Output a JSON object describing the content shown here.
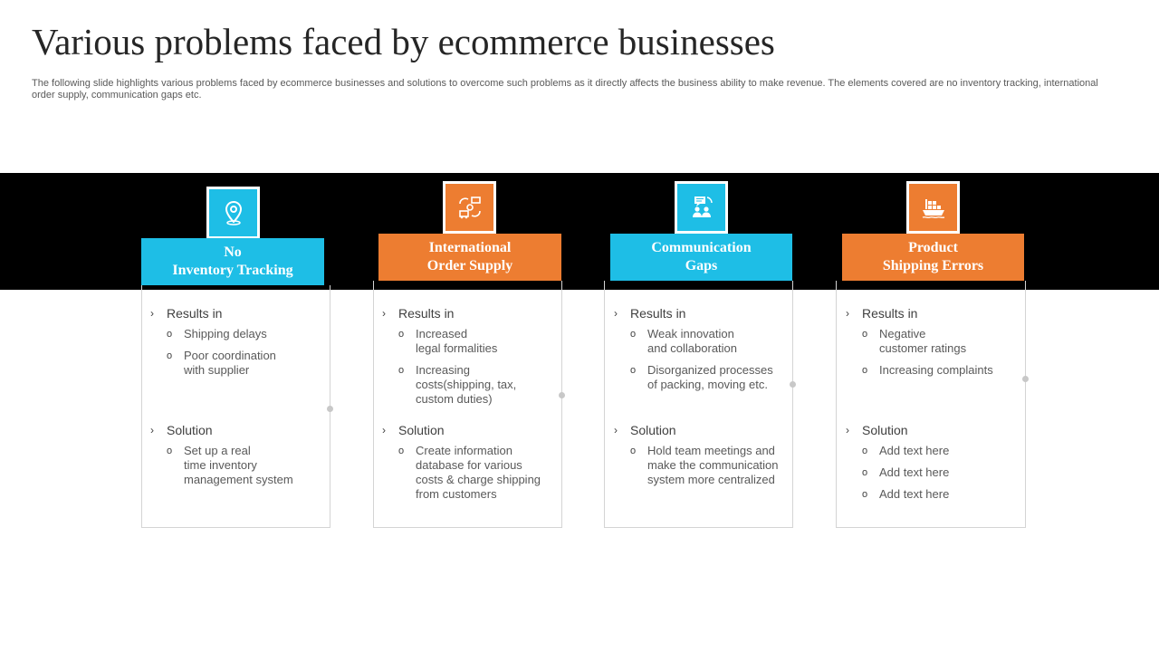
{
  "title": "Various problems faced by ecommerce businesses",
  "subtitle": "The following slide highlights various problems faced by ecommerce businesses and solutions to overcome such problems as it directly affects the business ability to make revenue. The elements covered are no inventory tracking, international order supply, communication gaps etc.",
  "colors": {
    "blue": "#1ebee6",
    "orange": "#ed7d31",
    "band": "#000000"
  },
  "cards": [
    {
      "icon": "map-pin-icon",
      "label_lines": [
        "No",
        "Inventory Tracking"
      ],
      "results_label": "Results in",
      "results": [
        "Shipping delays",
        "Poor coordination\nwith supplier"
      ],
      "solution_label": "Solution",
      "solutions": [
        "Set up a real\ntime inventory\nmanagement system"
      ]
    },
    {
      "icon": "global-delivery-icon",
      "label_lines": [
        "International",
        "Order Supply"
      ],
      "results_label": "Results in",
      "results": [
        "Increased\nlegal formalities",
        "Increasing\ncosts(shipping, tax,\ncustom duties)"
      ],
      "solution_label": "Solution",
      "solutions": [
        "Create information\ndatabase for various\ncosts & charge shipping\nfrom customers"
      ]
    },
    {
      "icon": "team-chat-icon",
      "label_lines": [
        "Communication",
        "Gaps"
      ],
      "results_label": "Results in",
      "results": [
        "Weak innovation\nand collaboration",
        "Disorganized processes\nof packing, moving etc."
      ],
      "solution_label": "Solution",
      "solutions": [
        "Hold team meetings and\nmake the communication\nsystem more centralized"
      ]
    },
    {
      "icon": "cargo-ship-icon",
      "label_lines": [
        "Product",
        "Shipping Errors"
      ],
      "results_label": "Results in",
      "results": [
        "Negative\ncustomer ratings",
        "Increasing complaints"
      ],
      "solution_label": "Solution",
      "solutions": [
        "Add text here",
        "Add text here",
        "Add text here"
      ]
    }
  ]
}
